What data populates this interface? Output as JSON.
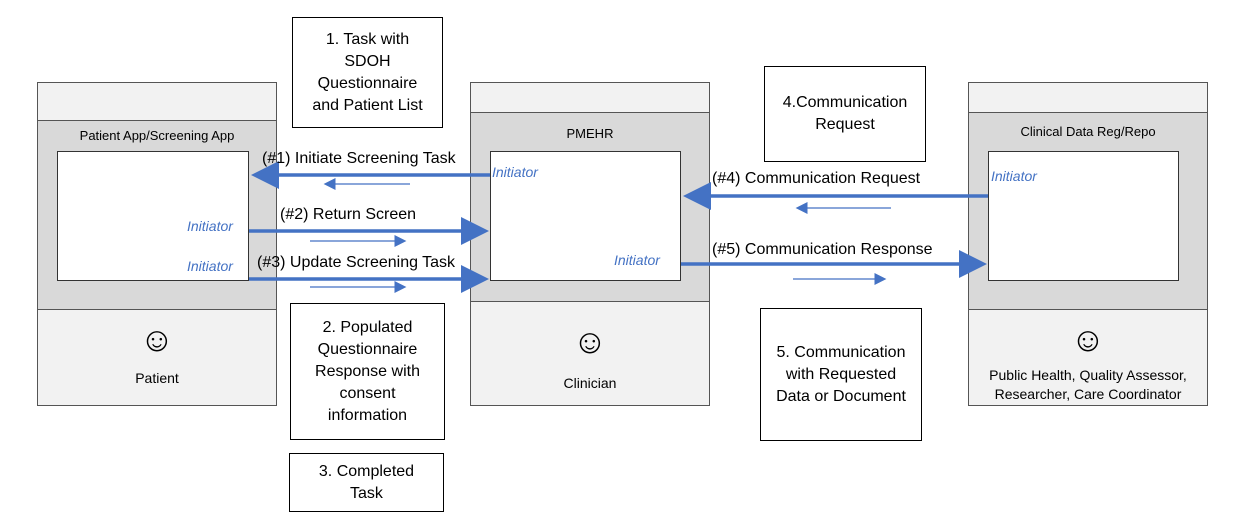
{
  "colors": {
    "arrow": "#4472c4",
    "initiator_text": "#4472c4"
  },
  "systems": {
    "patient": {
      "name": "Patient App/Screening App",
      "role": "Patient",
      "smiley_icon": "smiley-face-icon"
    },
    "pmehr": {
      "name": "PMEHR",
      "role": "Clinician",
      "smiley_icon": "smiley-face-icon"
    },
    "registry": {
      "name": "Clinical Data Reg/Repo",
      "role": "Public Health, Quality Assessor,\nResearcher, Care Coordinator",
      "smiley_icon": "smiley-face-icon"
    }
  },
  "initiator_label": "Initiator",
  "flows": [
    {
      "id": "1",
      "label": "(#1) Initiate Screening Task"
    },
    {
      "id": "2",
      "label": "(#2) Return Screen"
    },
    {
      "id": "3",
      "label": "(#3) Update Screening Task"
    },
    {
      "id": "4",
      "label": "(#4) Communication Request"
    },
    {
      "id": "5",
      "label": "(#5) Communication Response"
    }
  ],
  "notes": [
    {
      "id": "1",
      "text": "1. Task with\nSDOH\nQuestionnaire\nand Patient List"
    },
    {
      "id": "2",
      "text": "2. Populated\nQuestionnaire\nResponse with\nconsent\ninformation"
    },
    {
      "id": "3",
      "text": "3. Completed\nTask"
    },
    {
      "id": "4",
      "text": "4.Communication\nRequest"
    },
    {
      "id": "5",
      "text": "5. Communication\nwith Requested\nData or Document"
    }
  ]
}
